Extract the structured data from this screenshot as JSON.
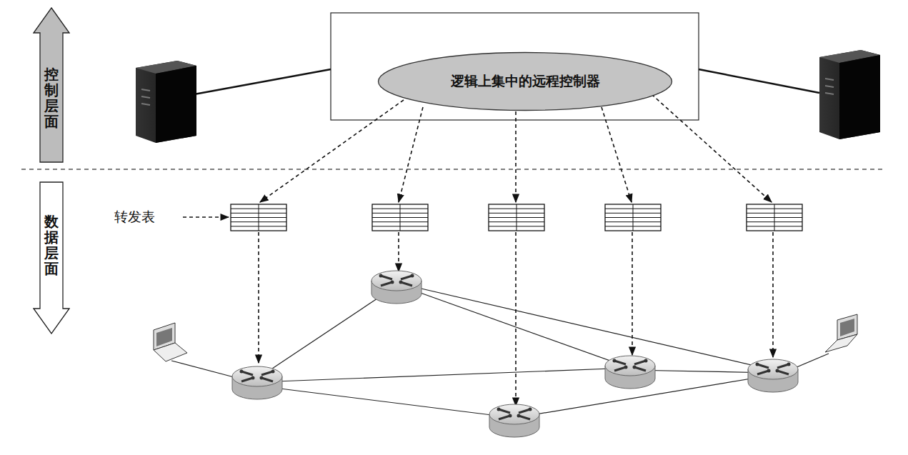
{
  "diagram": {
    "nodes": [
      {
        "text": [
          "控制层面"
        ]
      },
      {
        "text": [
          "逻辑上集中的远程控制器"
        ]
      },
      {
        "text": [
          "数据层面"
        ]
      }
    ],
    "labels": [
      "转发表"
    ]
  }
}
